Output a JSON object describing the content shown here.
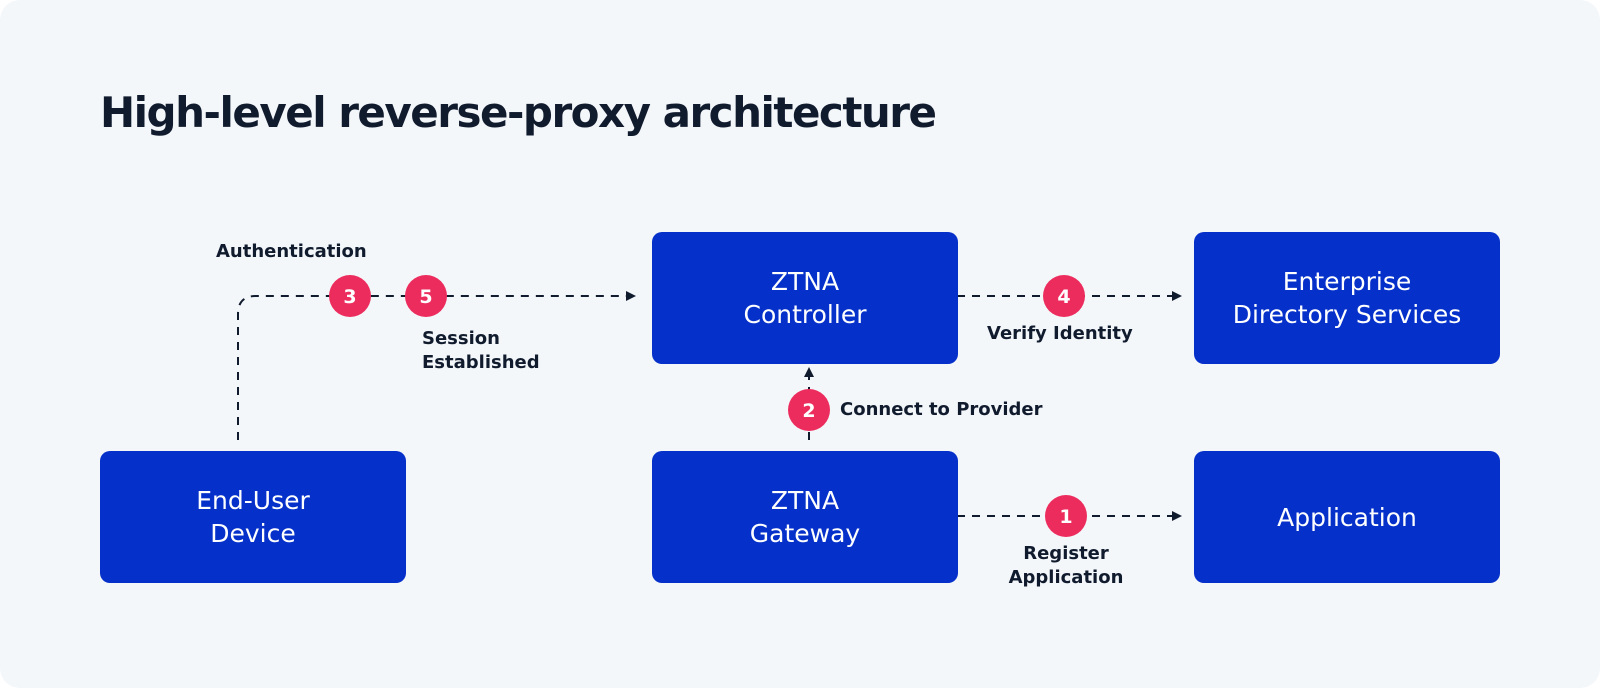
{
  "title": "High-level reverse-proxy architecture",
  "colors": {
    "background": "#f3f7fa",
    "node": "#0530c9",
    "node_text": "#ffffff",
    "step_badge": "#ed2c5e",
    "connector": "#111b2e"
  },
  "nodes": {
    "end_user_device": {
      "lines": [
        "End-User",
        "Device"
      ]
    },
    "ztna_controller": {
      "lines": [
        "ZTNA",
        "Controller"
      ]
    },
    "ztna_gateway": {
      "lines": [
        "ZTNA",
        "Gateway"
      ]
    },
    "enterprise_directory": {
      "lines": [
        "Enterprise",
        "Directory Services"
      ]
    },
    "application": {
      "lines": [
        "Application"
      ]
    }
  },
  "steps": {
    "register_application": {
      "number": "1",
      "lines": [
        "Register",
        "Application"
      ]
    },
    "connect_to_provider": {
      "number": "2",
      "lines": [
        "Connect to Provider"
      ]
    },
    "authentication": {
      "number": "3",
      "lines": [
        "Authentication"
      ]
    },
    "verify_identity": {
      "number": "4",
      "lines": [
        "Verify Identity"
      ]
    },
    "session_established": {
      "number": "5",
      "lines": [
        "Session",
        "Established"
      ]
    }
  }
}
